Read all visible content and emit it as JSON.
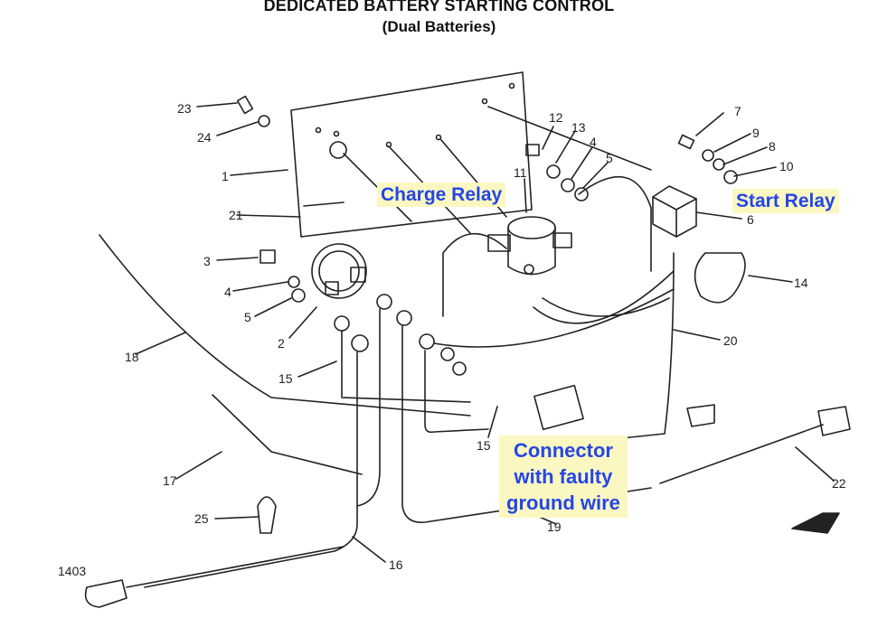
{
  "title": "DEDICATED BATTERY STARTING CONTROL",
  "subtitle": "(Dual Batteries)",
  "callouts": {
    "charge_relay": "Charge Relay",
    "start_relay": "Start Relay",
    "connector_line1": "Connector",
    "connector_line2": "with faulty",
    "connector_line3": "ground wire"
  },
  "figure_code": "1403",
  "part_numbers": [
    "1",
    "2",
    "3",
    "4",
    "5",
    "6",
    "7",
    "8",
    "9",
    "10",
    "11",
    "12",
    "13",
    "4",
    "5",
    "14",
    "15",
    "15",
    "16",
    "17",
    "18",
    "19",
    "20",
    "21",
    "22",
    "23",
    "24",
    "25"
  ],
  "colors": {
    "callout_bg": "#fbf7c1",
    "callout_text": "#2446e6",
    "line": "#222222"
  }
}
